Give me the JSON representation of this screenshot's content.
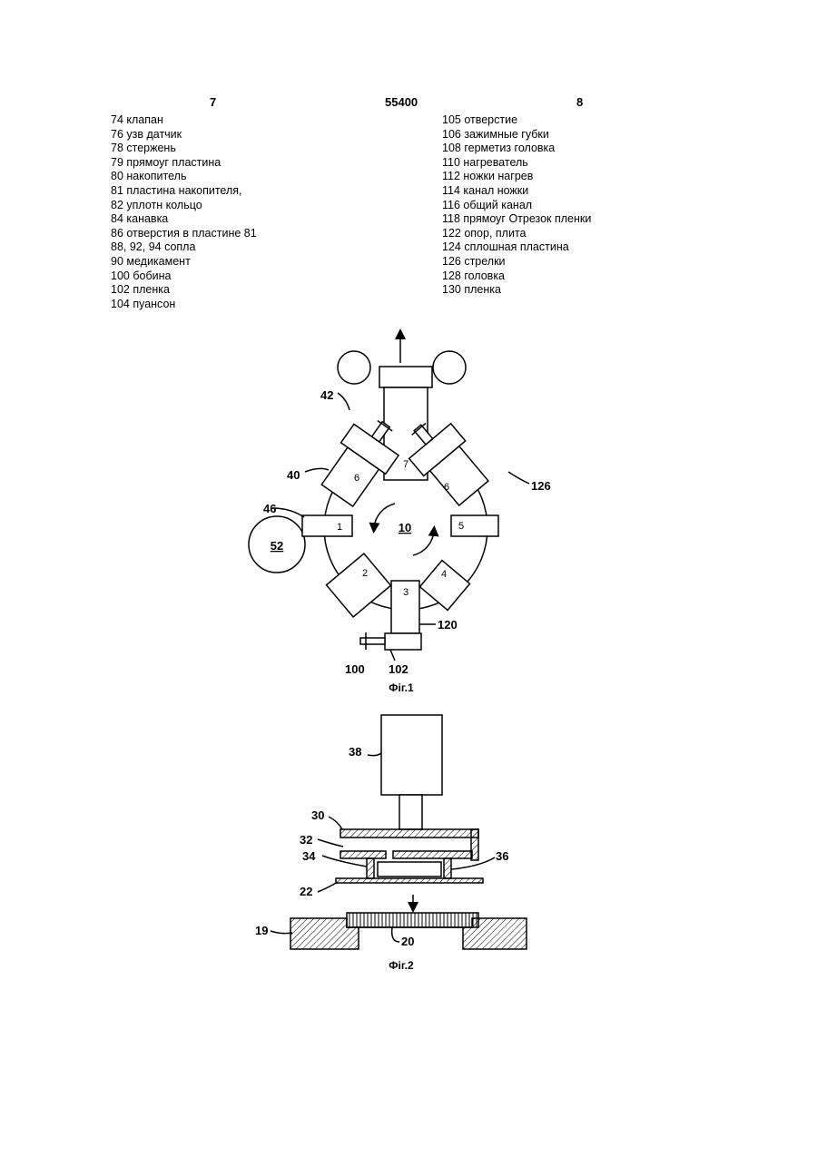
{
  "header": {
    "page_left": "7",
    "doc_number": "55400",
    "page_right": "8"
  },
  "legend_left": [
    "74 клапан",
    "76 узв  датчик",
    "78 стержень",
    "79 прямоуг  пластина",
    "80 накопитель",
    "81 пластина накопителя,",
    "82 уплотн  кольцо",
    "84 канавка",
    "86 отверстия в пластине 81",
    "88, 92, 94 сопла",
    "90 медикамент",
    "100 бобина",
    "102 пленка",
    "104 пуансон"
  ],
  "legend_right": [
    "105 отверстие",
    "106 зажимные губки",
    "108 герметиз  головка",
    "110 нагреватель",
    "112 ножки нагрев",
    "114 канал ножки",
    "116 общий канал",
    "118 прямоуг  Отрезок пленки",
    "122 опор, плита",
    "124 сплошная пластина",
    "126 стрелки",
    "128 головка",
    "130 пленка"
  ],
  "fig1": {
    "caption": "Фіг.1",
    "stations": [
      "1",
      "2",
      "3",
      "4",
      "5",
      "6",
      "6",
      "7"
    ],
    "center_label": "10",
    "reel_label": "52",
    "refs": {
      "r42": "42",
      "r40": "40",
      "r46": "46",
      "r126": "126",
      "r120": "120",
      "r100": "100",
      "r102": "102"
    }
  },
  "fig2": {
    "caption": "Фіг.2",
    "refs": {
      "r38": "38",
      "r30": "30",
      "r32": "32",
      "r34": "34",
      "r36": "36",
      "r22": "22",
      "r19": "19",
      "r20": "20"
    }
  }
}
